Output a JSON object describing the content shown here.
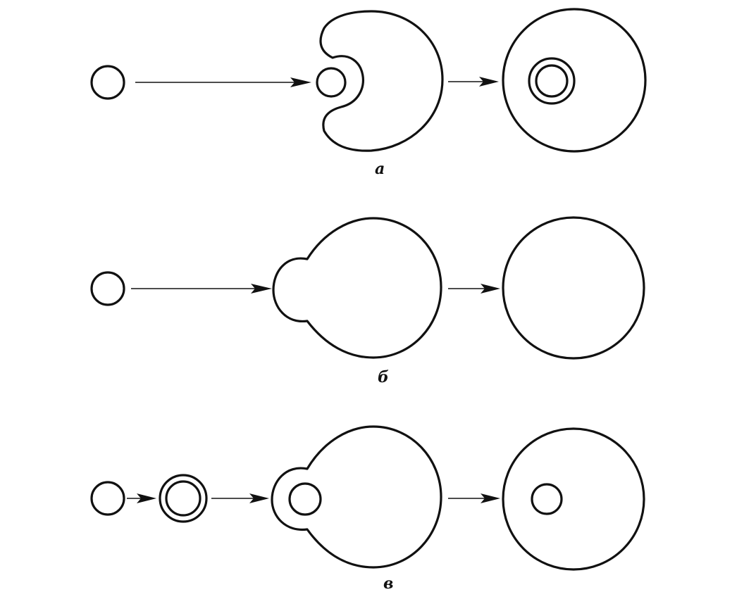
{
  "diagram": {
    "rows": [
      {
        "id": "a",
        "label": "а"
      },
      {
        "id": "b",
        "label": "б"
      },
      {
        "id": "c",
        "label": "в"
      }
    ],
    "colors": {
      "line": "#111111",
      "background": "#ffffff"
    }
  }
}
